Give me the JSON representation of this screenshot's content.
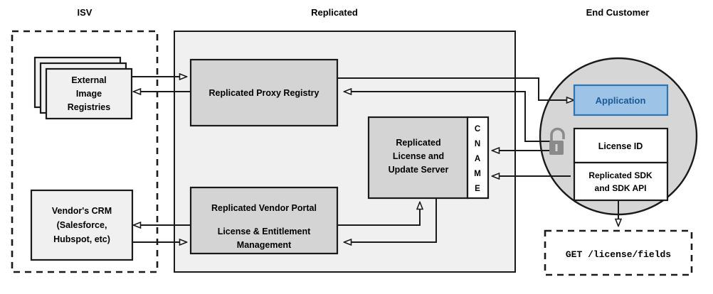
{
  "diagram": {
    "title_zones": [
      {
        "id": "isv",
        "label": "ISV"
      },
      {
        "id": "replicated",
        "label": "Replicated"
      },
      {
        "id": "end_customer",
        "label": "End Customer"
      }
    ],
    "nodes": {
      "external_image_registries": {
        "lines": [
          "External",
          "Image",
          "Registries"
        ],
        "style": "stacked",
        "fill": "#f0f0f0"
      },
      "vendors_crm": {
        "lines": [
          "Vendor's CRM",
          "(Salesforce,",
          "Hubspot, etc)"
        ],
        "fill": "#f0f0f0"
      },
      "proxy_registry": {
        "lines": [
          "Replicated Proxy Registry"
        ],
        "fill": "#d4d4d4"
      },
      "license_update_server": {
        "lines": [
          "Replicated",
          "License and",
          "Update Server"
        ],
        "fill": "#d4d4d4"
      },
      "cname": {
        "letters": [
          "C",
          "N",
          "A",
          "M",
          "E"
        ],
        "fill": "#ffffff"
      },
      "vendor_portal": {
        "lines": [
          "Replicated Vendor Portal",
          "License & Entitlement",
          "Management"
        ],
        "fill": "#d4d4d4"
      },
      "application": {
        "lines": [
          "Application"
        ],
        "fill": "#9dc3e6",
        "text_color": "#1b5a96"
      },
      "license_id": {
        "lines": [
          "License ID"
        ],
        "fill": "#ffffff"
      },
      "replicated_sdk": {
        "lines": [
          "Replicated SDK",
          "and SDK API"
        ],
        "fill": "#ffffff"
      },
      "api_request": {
        "lines": [
          "GET /license/fields"
        ],
        "style": "dashed-mono"
      },
      "lock": {
        "icon": "open-padlock-icon",
        "color": "#8a8a8a"
      }
    },
    "colors": {
      "zone_panel": "#f0f0f0",
      "component_gray": "#d4d4d4",
      "circle_gray": "#d6d6d6",
      "accent_blue_fill": "#9dc3e6",
      "accent_blue_stroke": "#2e75b6",
      "accent_blue_text": "#1b5a96",
      "outline": "#1a1a1a",
      "lock_gray": "#8a8a8a"
    }
  }
}
